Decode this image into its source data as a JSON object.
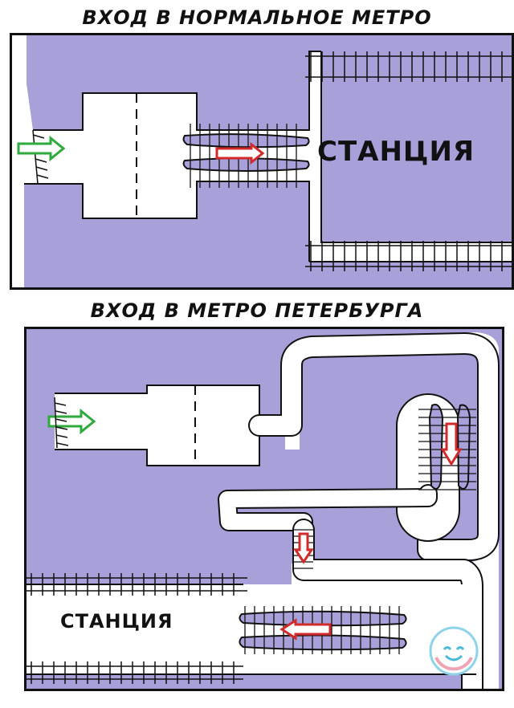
{
  "top_panel": {
    "caption": "ВХОД В НОРМАЛЬНОЕ МЕТРО",
    "station_label": "СТАНЦИЯ"
  },
  "bottom_panel": {
    "caption": "ВХОД В МЕТРО ПЕТЕРБУРГА",
    "station_label": "СТАНЦИЯ"
  },
  "colors": {
    "rock": "#a7a0d9",
    "line": "#111111",
    "entry_arrow": "#2eaa3c",
    "path_arrow": "#d22a2a",
    "background": "#ffffff"
  },
  "icons": {
    "entry": "green-arrow-icon",
    "path": "red-arrow-icon",
    "watermark": "smiley-face-icon"
  }
}
